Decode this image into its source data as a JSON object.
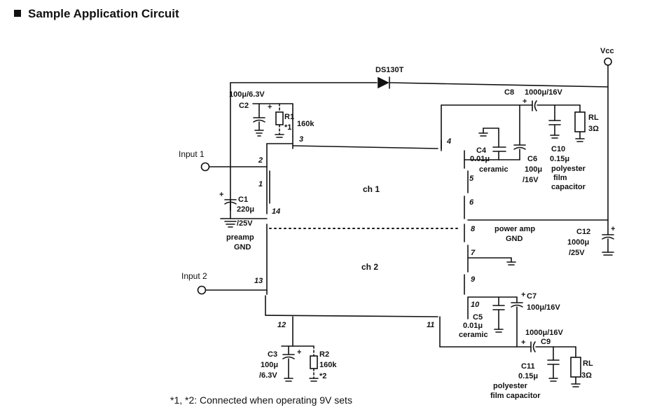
{
  "title": "Sample Application Circuit",
  "vcc": "Vcc",
  "diode": "DS130T",
  "inputs": {
    "in1": "Input 1",
    "in2": "Input 2"
  },
  "channels": {
    "ch1": "ch 1",
    "ch2": "ch 2"
  },
  "pins": {
    "p1": "1",
    "p2": "2",
    "p3": "3",
    "p4": "4",
    "p5": "5",
    "p6": "6",
    "p7": "7",
    "p8": "8",
    "p9": "9",
    "p10": "10",
    "p11": "11",
    "p12": "12",
    "p13": "13",
    "p14": "14"
  },
  "c2": {
    "name": "C2",
    "value": "100μ/6.3V"
  },
  "r1": {
    "name": "R1",
    "value": "160k",
    "note": "*1"
  },
  "c1": {
    "name": "C1",
    "value": "220μ",
    "rating": "/25V"
  },
  "preamp_gnd": {
    "line1": "preamp",
    "line2": "GND"
  },
  "power_gnd": {
    "line1": "power amp",
    "line2": "GND"
  },
  "c4": {
    "name": "C4",
    "value": "0.01μ",
    "type": "ceramic"
  },
  "c6": {
    "name": "C6",
    "value": "100μ",
    "rating": "/16V"
  },
  "c8": {
    "name": "C8",
    "value": "1000μ/16V"
  },
  "c10": {
    "name": "C10",
    "value": "0.15μ",
    "type1": "polyester",
    "type2": "film",
    "type3": "capacitor"
  },
  "rl1": {
    "name": "RL",
    "value": "3Ω"
  },
  "c12": {
    "name": "C12",
    "value": "1000μ",
    "rating": "/25V"
  },
  "c5": {
    "name": "C5",
    "value": "0.01μ",
    "type": "ceramic"
  },
  "c7": {
    "name": "C7",
    "value": "100μ/16V"
  },
  "c9": {
    "name": "C9",
    "value": "1000μ/16V"
  },
  "c11": {
    "name": "C11",
    "value": "0.15μ",
    "type1": "polyester",
    "type2": "film capacitor"
  },
  "rl2": {
    "name": "RL",
    "value": "3Ω"
  },
  "c3": {
    "name": "C3",
    "value": "100μ",
    "rating": "/6.3V"
  },
  "r2": {
    "name": "R2",
    "value": "160k",
    "note": "*2"
  },
  "polarity_plus": "+",
  "footnote": "*1, *2:  Connected when operating 9V sets"
}
